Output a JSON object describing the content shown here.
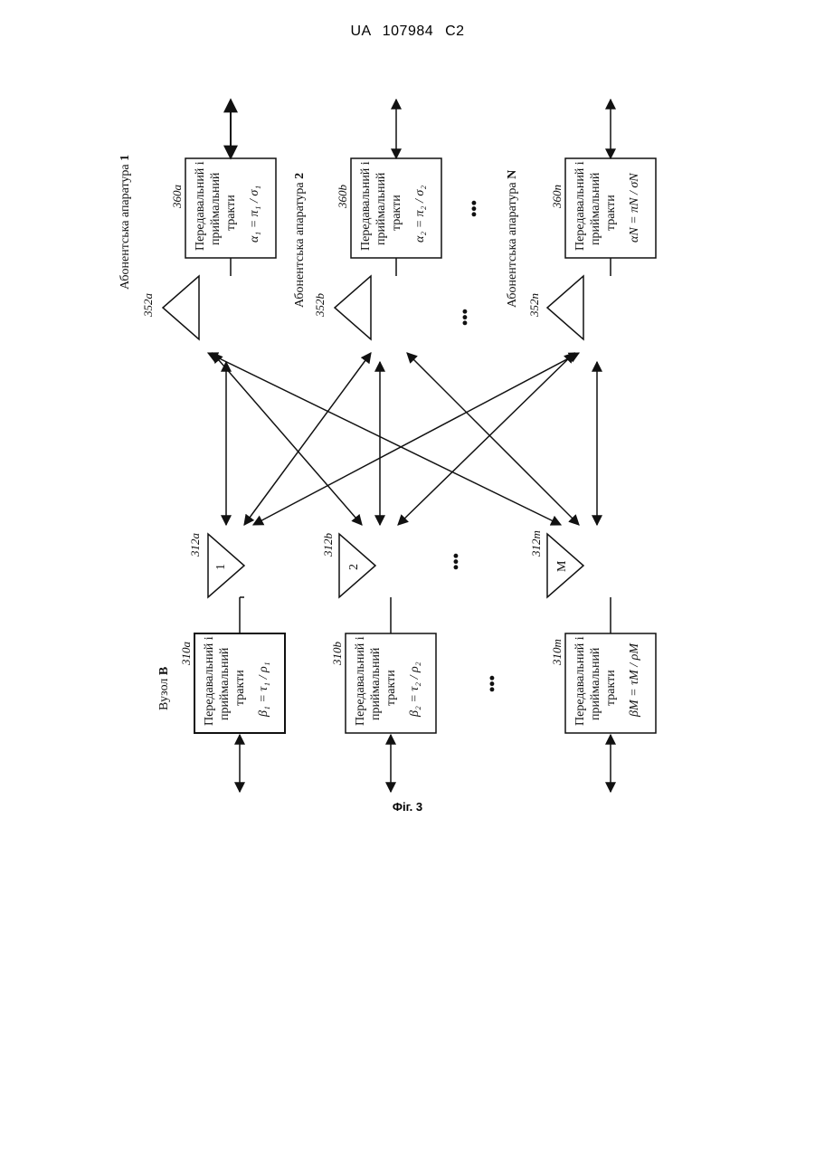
{
  "header": {
    "text": "UA 107984 C2"
  },
  "figure": {
    "node_label": "Вузол",
    "node_letter": "B",
    "subscriber_labels": [
      {
        "text": "Абонентська апаратура",
        "num": "1"
      },
      {
        "text": "Абонентська апаратура",
        "num": "2"
      },
      {
        "text": "Абонентська апаратура",
        "num": "N"
      }
    ],
    "block_line1": "Передавальний і",
    "block_line2": "приймальний",
    "block_line3": "тракти",
    "node_blocks": [
      {
        "ref": "310a",
        "formula": "β₁ = τ₁ / ρ₁"
      },
      {
        "ref": "310b",
        "formula": "β₂ = τ₂ / ρ₂"
      },
      {
        "ref": "310m",
        "formula": "βM = τM / ρM"
      }
    ],
    "node_antennas": [
      {
        "ref": "312a",
        "num": "1"
      },
      {
        "ref": "312b",
        "num": "2"
      },
      {
        "ref": "312m",
        "num": "M"
      }
    ],
    "sub_antennas": [
      {
        "ref": "352a"
      },
      {
        "ref": "352b"
      },
      {
        "ref": "352n"
      }
    ],
    "sub_blocks": [
      {
        "ref": "360a",
        "formula": "α₁ = π₁ / σ₁"
      },
      {
        "ref": "360b",
        "formula": "α₂ = π₂ / σ₂"
      },
      {
        "ref": "360n",
        "formula": "αN = πN / σN"
      }
    ],
    "ellipsis": "•••"
  },
  "caption": {
    "text": "Фіг. 3"
  }
}
